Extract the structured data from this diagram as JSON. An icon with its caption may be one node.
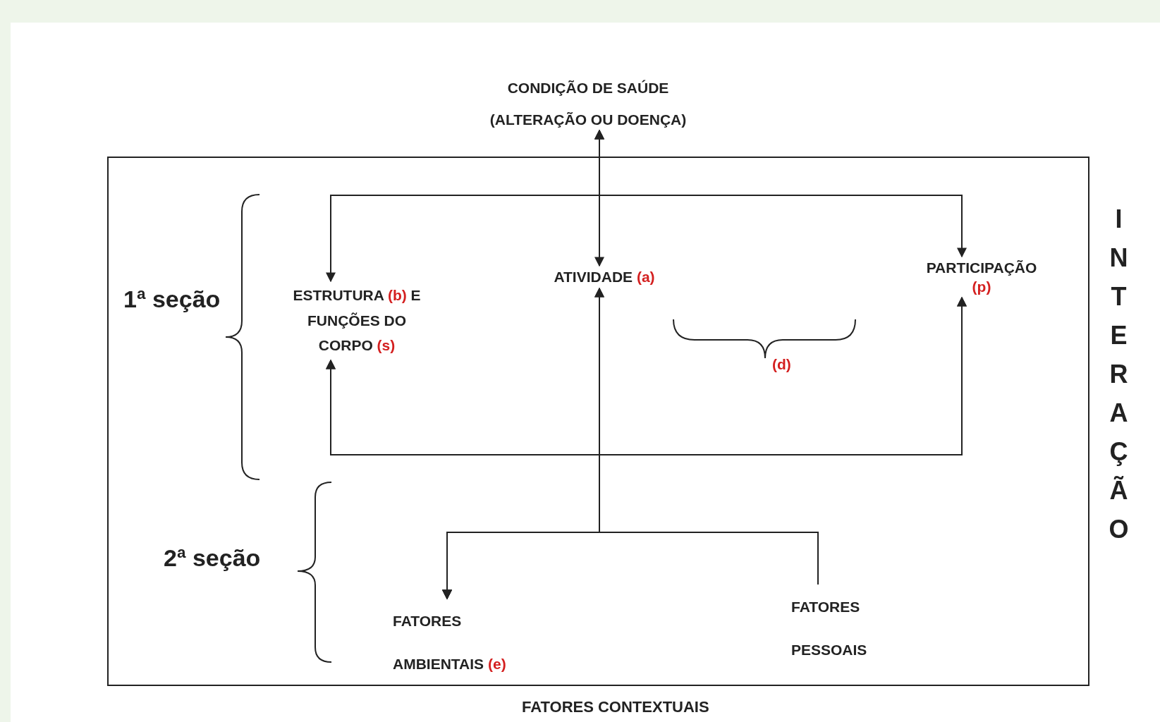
{
  "diagram": {
    "caption": "FATORES CONTEXTUAIS",
    "nodes": [
      {
        "text": [
          "CONDIÇÃO DE SAÚDE",
          "(ALTERAÇÃO OU DOENÇA)"
        ]
      },
      {
        "text": [],
        "shape": "box"
      },
      {
        "text": [
          "ESTRUTURA (b) E FUNÇÕES DO CORPO (s)"
        ],
        "in": 1
      },
      {
        "text": [
          "ATIVIDADE (a)"
        ],
        "in": 1
      },
      {
        "text": [
          "PARTICIPAÇÃO (p)"
        ],
        "in": 1
      },
      {
        "text": [
          "FATORES AMBIENTAIS (e)"
        ],
        "in": 1
      },
      {
        "text": [
          "FATORES PESSOAIS"
        ],
        "in": 1
      }
    ],
    "edges": [
      {
        "from": 0,
        "to": 2,
        "arrow": "both"
      },
      {
        "from": 0,
        "to": 3,
        "arrow": "both"
      },
      {
        "from": 0,
        "to": 4,
        "arrow": "both"
      },
      {
        "from": 5,
        "to": 2,
        "arrow": "both"
      },
      {
        "from": 5,
        "to": 3,
        "arrow": "both"
      },
      {
        "from": 5,
        "to": 4,
        "arrow": "both"
      },
      {
        "from": 6,
        "to": 2,
        "arrow": "to"
      },
      {
        "from": 6,
        "to": 3,
        "arrow": "to"
      },
      {
        "from": 6,
        "to": 4,
        "arrow": "to"
      },
      {
        "from": 6,
        "to": 5,
        "arrow": "to"
      }
    ],
    "labels": [
      "1ª seção",
      "(d)",
      "2ª seção",
      "INTERAÇÃO"
    ]
  }
}
